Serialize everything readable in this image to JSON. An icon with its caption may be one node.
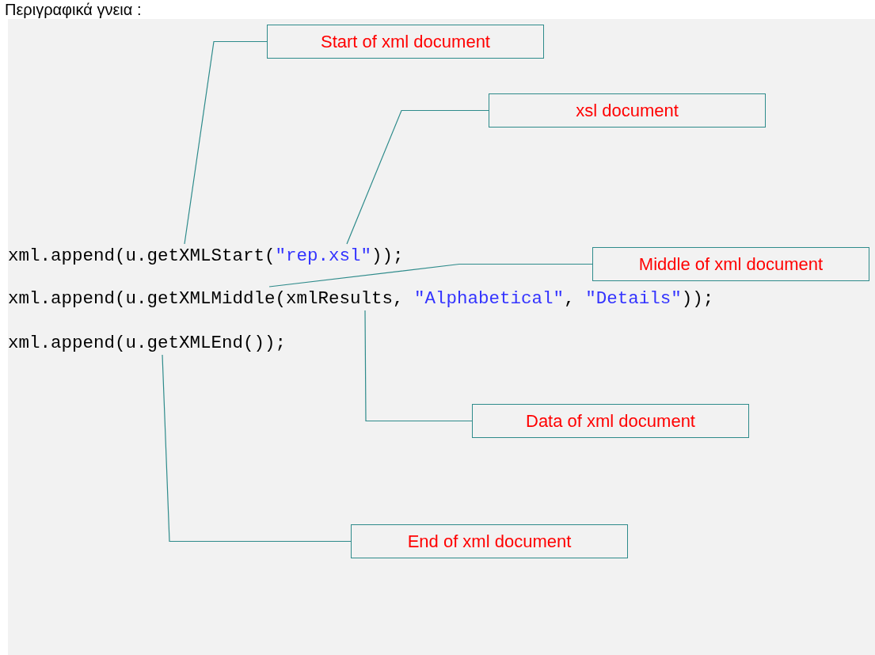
{
  "diagram": {
    "title": "Περιγραφικά γνεια :",
    "nodes": [
      {
        "text": [
          "xml.append(u.getXMLStart(\"rep.xsl\"));"
        ]
      },
      {
        "text": [
          "xml.append(u.getXMLMiddle(xmlResults, \"Alphabetical\", \"Details\"));"
        ]
      },
      {
        "text": [
          "xml.append(u.getXMLEnd());"
        ]
      },
      {
        "text": [
          "Start of xml document"
        ]
      },
      {
        "text": [
          "xsl document"
        ]
      },
      {
        "text": [
          "Middle of xml document"
        ]
      },
      {
        "text": [
          "Data of xml document"
        ]
      },
      {
        "text": [
          "End of xml document"
        ]
      }
    ],
    "edges": [
      {
        "from": 3,
        "to": 0,
        "arrow": "none"
      },
      {
        "from": 4,
        "to": 0,
        "arrow": "none"
      },
      {
        "from": 5,
        "to": 1,
        "arrow": "none"
      },
      {
        "from": 6,
        "to": 1,
        "arrow": "none"
      },
      {
        "from": 7,
        "to": 2,
        "arrow": "none"
      }
    ]
  }
}
